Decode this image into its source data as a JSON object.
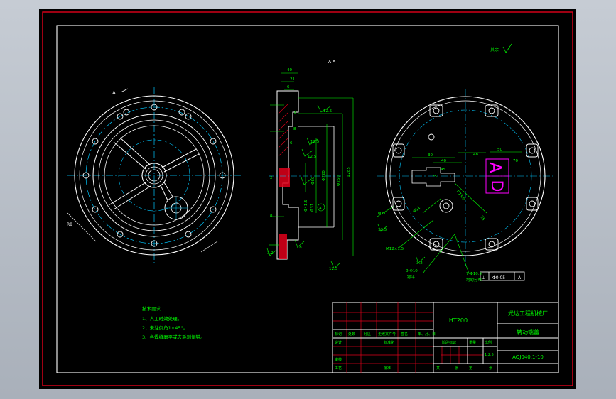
{
  "drawing": {
    "section_label": "A-A",
    "view_arrow_label": "A",
    "roughness_note": "其余",
    "tech_requirements": {
      "title": "技术要求",
      "items": [
        "1、人工时效处理。",
        "2、未注倒角1×45°。",
        "3、各焊缝磨平或去毛刺倒钝。"
      ]
    },
    "dims_section": [
      "40",
      "21",
      "6",
      "8",
      "8",
      "6",
      "8",
      "2",
      "Φ285",
      "Φ250",
      "Φ220",
      "Φ60",
      "Φ41.5",
      "Φ31",
      "12.5",
      "12.5",
      "12.5",
      "12.5",
      "3.2",
      "0.8",
      "A"
    ],
    "dims_right": [
      "30",
      "40",
      "48",
      "45",
      "25",
      "50",
      "70",
      "25",
      "Φ11",
      "M12×1.5",
      "Φ11",
      "12.5",
      "8-Φ10",
      "锪平",
      "7-Φ10.5",
      "3.2",
      "R73.5",
      "均匀分布"
    ],
    "tolerance_frame": {
      "symbol": "⊥",
      "value": "Φ0.05",
      "datum": "A"
    },
    "letters_AD": [
      "A",
      "D"
    ],
    "left_dim": "R8",
    "title_block": {
      "material": "HT200",
      "company": "光达工程机械厂",
      "part_name": "转动端盖",
      "drawing_no": "AQJ040.1-10",
      "scale": "1:2.5",
      "scale_label": "比例",
      "weight_label": "重量",
      "stage_label": "阶段标记",
      "row_headers": [
        "标记",
        "处数",
        "分区",
        "更改文件号",
        "签名",
        "年、月、日"
      ],
      "left_labels": [
        "设计",
        "审核",
        "工艺"
      ],
      "mid_labels": [
        "标准化",
        "",
        "批准"
      ],
      "sheet_labels": [
        "共",
        "张",
        "第",
        "张"
      ]
    }
  }
}
